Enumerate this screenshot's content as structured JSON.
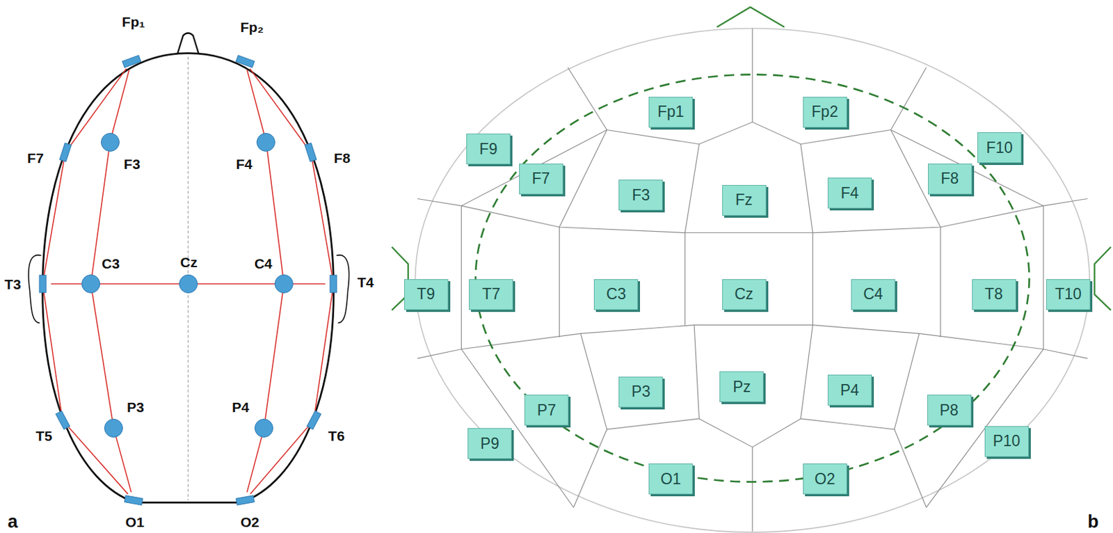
{
  "diagram": {
    "nodes": [
      {
        "text": [
          "Fp₁"
        ]
      },
      {
        "text": [
          "Fp₂"
        ]
      },
      {
        "text": [
          "F7"
        ]
      },
      {
        "text": [
          "F3"
        ]
      },
      {
        "text": [
          "F4"
        ]
      },
      {
        "text": [
          "F8"
        ]
      },
      {
        "text": [
          "T3"
        ]
      },
      {
        "text": [
          "C3"
        ]
      },
      {
        "text": [
          "Cz"
        ]
      },
      {
        "text": [
          "C4"
        ]
      },
      {
        "text": [
          "T4"
        ]
      },
      {
        "text": [
          "T5"
        ]
      },
      {
        "text": [
          "P3"
        ]
      },
      {
        "text": [
          "P4"
        ]
      },
      {
        "text": [
          "T6"
        ]
      },
      {
        "text": [
          "O1"
        ]
      },
      {
        "text": [
          "O2"
        ]
      },
      {
        "text": [
          "Fp1"
        ]
      },
      {
        "text": [
          "Fp2"
        ]
      },
      {
        "text": [
          "F9"
        ]
      },
      {
        "text": [
          "F7"
        ]
      },
      {
        "text": [
          "F3"
        ]
      },
      {
        "text": [
          "Fz"
        ]
      },
      {
        "text": [
          "F4"
        ]
      },
      {
        "text": [
          "F8"
        ]
      },
      {
        "text": [
          "F10"
        ]
      },
      {
        "text": [
          "T9"
        ]
      },
      {
        "text": [
          "T7"
        ]
      },
      {
        "text": [
          "C3"
        ]
      },
      {
        "text": [
          "Cz"
        ]
      },
      {
        "text": [
          "C4"
        ]
      },
      {
        "text": [
          "T8"
        ]
      },
      {
        "text": [
          "T10"
        ]
      },
      {
        "text": [
          "P9"
        ]
      },
      {
        "text": [
          "P7"
        ]
      },
      {
        "text": [
          "P3"
        ]
      },
      {
        "text": [
          "Pz"
        ]
      },
      {
        "text": [
          "P4"
        ]
      },
      {
        "text": [
          "P8"
        ]
      },
      {
        "text": [
          "P10"
        ]
      },
      {
        "text": [
          "O1"
        ]
      },
      {
        "text": [
          "O2"
        ]
      }
    ],
    "edges": [
      {
        "from": 0,
        "to": 2,
        "arrow": "none"
      },
      {
        "from": 2,
        "to": 6,
        "arrow": "none"
      },
      {
        "from": 6,
        "to": 11,
        "arrow": "none"
      },
      {
        "from": 11,
        "to": 15,
        "arrow": "none"
      },
      {
        "from": 0,
        "to": 3,
        "arrow": "none"
      },
      {
        "from": 3,
        "to": 7,
        "arrow": "none"
      },
      {
        "from": 7,
        "to": 12,
        "arrow": "none"
      },
      {
        "from": 12,
        "to": 15,
        "arrow": "none"
      },
      {
        "from": 1,
        "to": 5,
        "arrow": "none"
      },
      {
        "from": 5,
        "to": 10,
        "arrow": "none"
      },
      {
        "from": 10,
        "to": 14,
        "arrow": "none"
      },
      {
        "from": 14,
        "to": 16,
        "arrow": "none"
      },
      {
        "from": 1,
        "to": 4,
        "arrow": "none"
      },
      {
        "from": 4,
        "to": 9,
        "arrow": "none"
      },
      {
        "from": 9,
        "to": 13,
        "arrow": "none"
      },
      {
        "from": 13,
        "to": 16,
        "arrow": "none"
      },
      {
        "from": 6,
        "to": 7,
        "arrow": "none"
      },
      {
        "from": 7,
        "to": 8,
        "arrow": "none"
      },
      {
        "from": 8,
        "to": 9,
        "arrow": "none"
      },
      {
        "from": 9,
        "to": 10,
        "arrow": "none"
      }
    ],
    "labels": [
      "a",
      "b"
    ]
  }
}
